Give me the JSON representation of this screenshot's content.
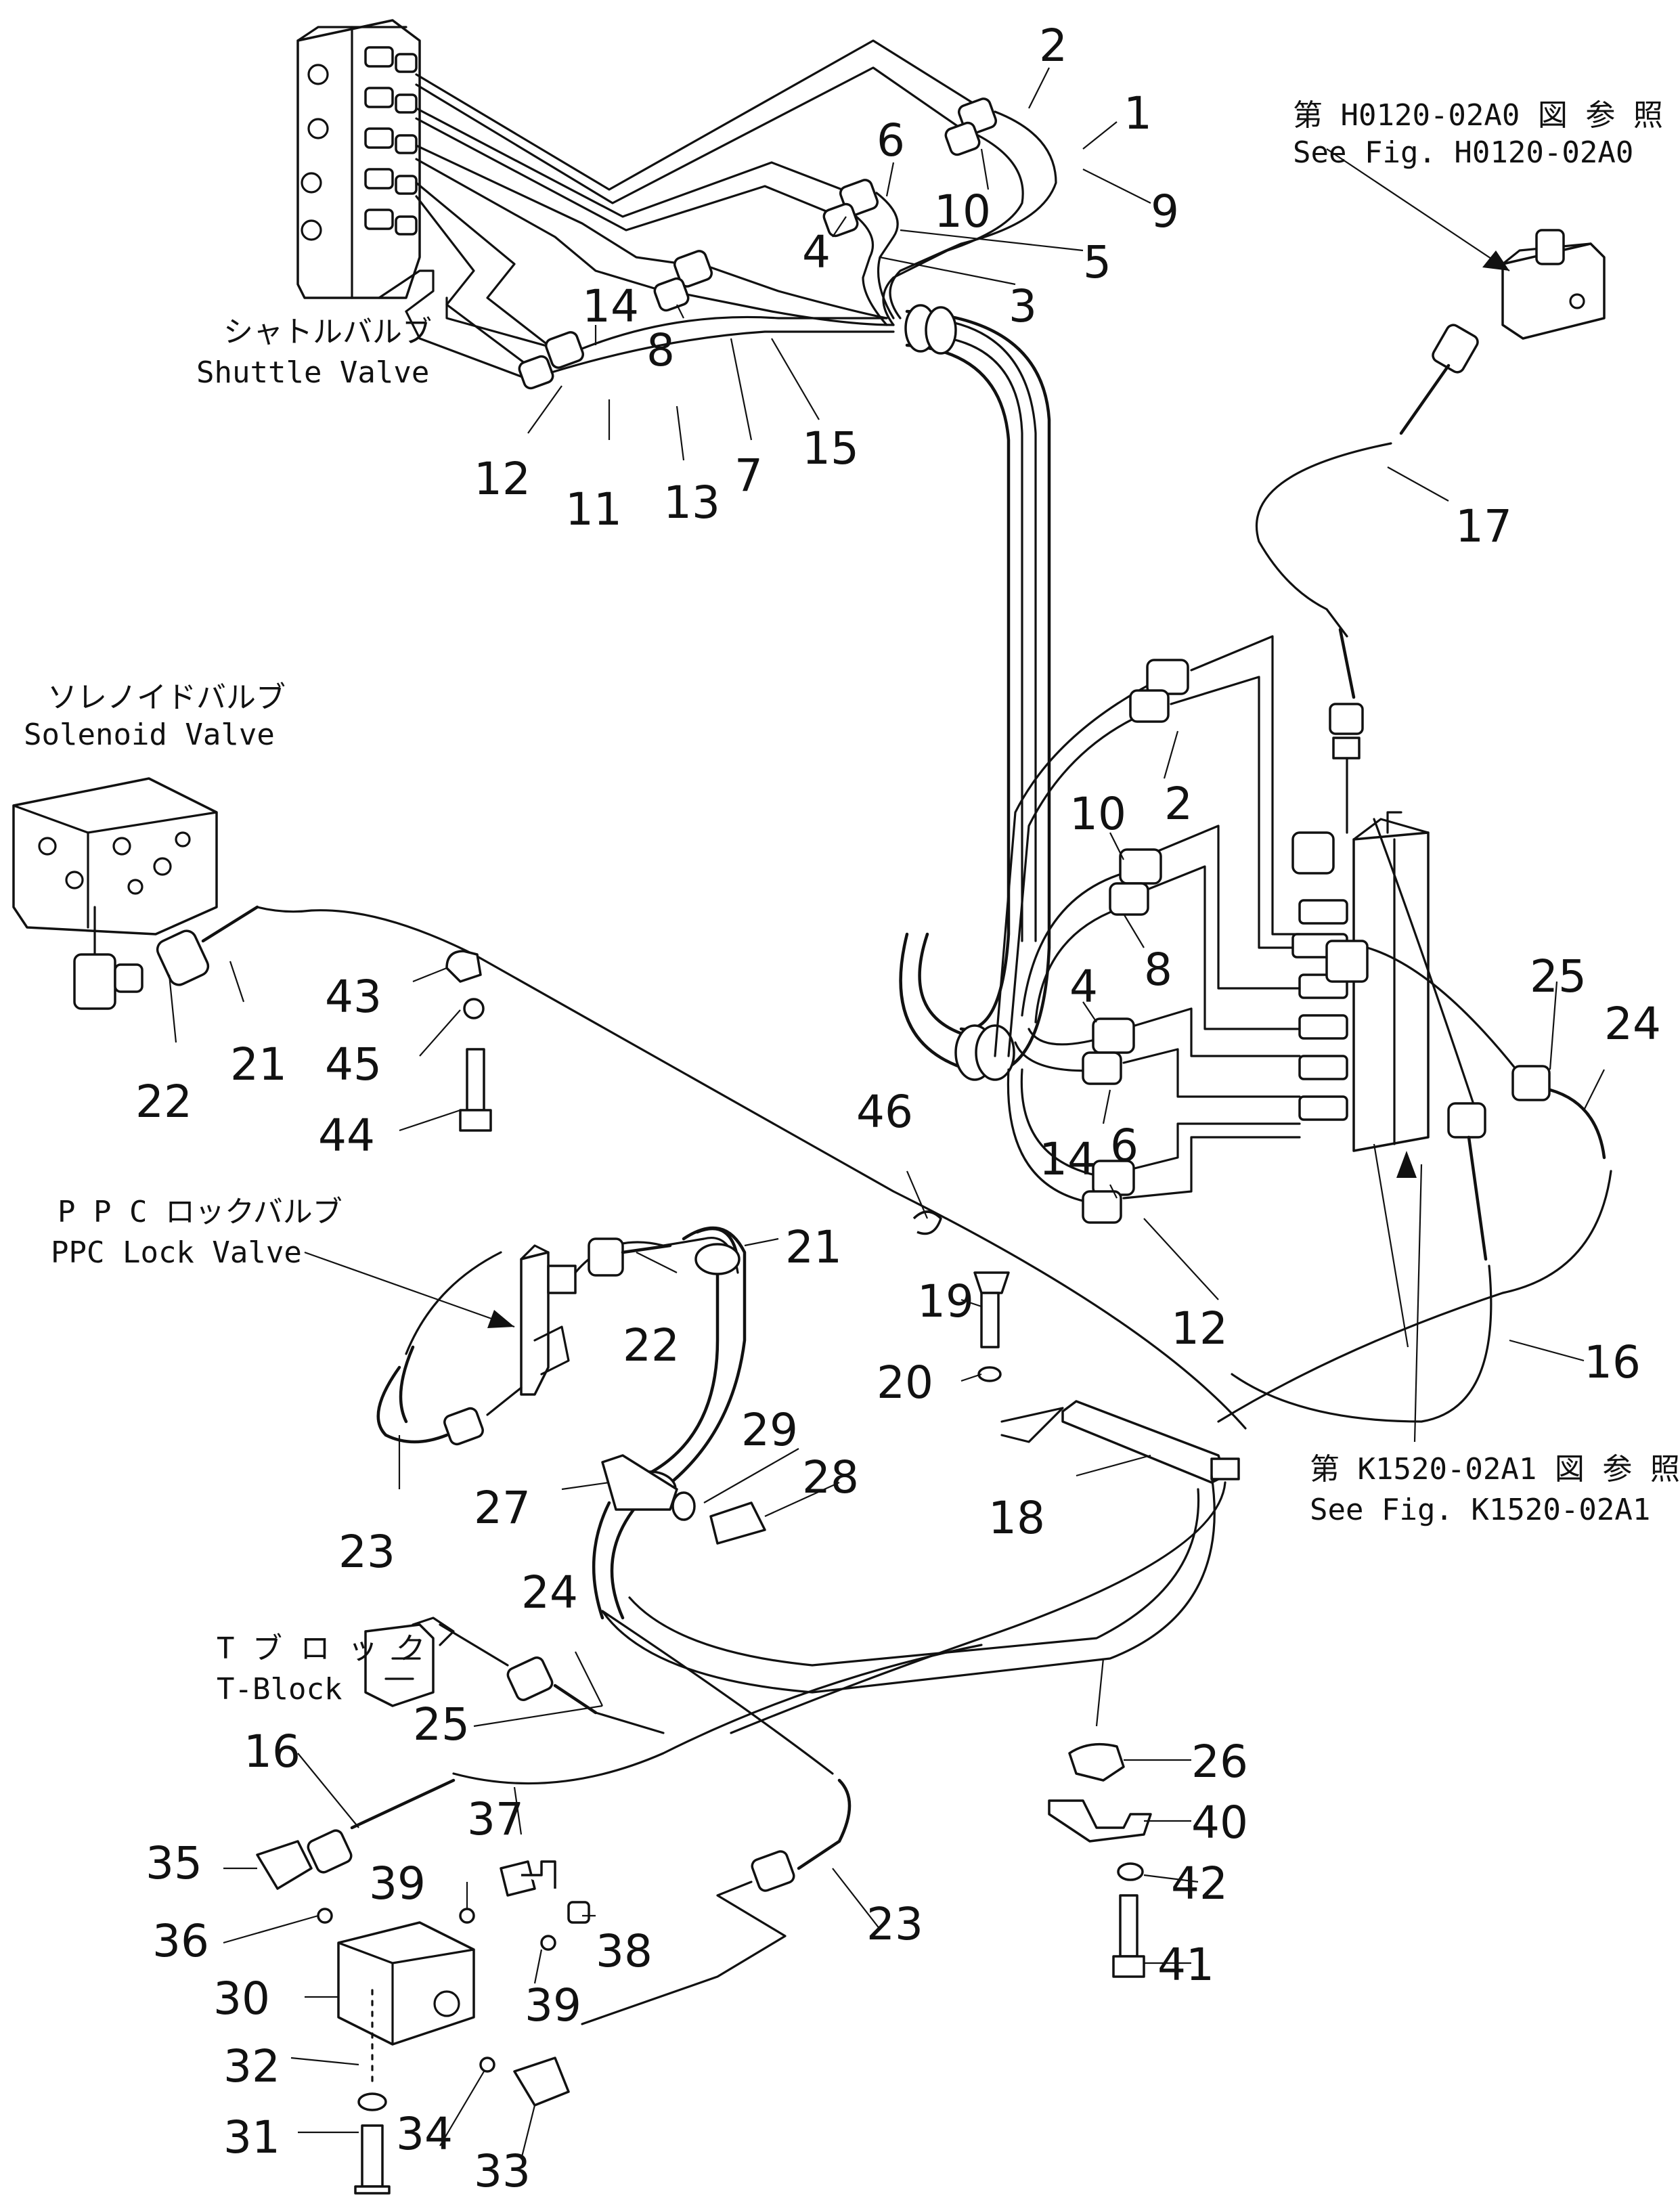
{
  "captions": {
    "ref_h0120_jp": "第 H0120-02A0 図 参 照",
    "ref_h0120_en": "See Fig. H0120-02A0",
    "shuttle_jp": "シャトルバルブ",
    "shuttle_en": "Shuttle Valve",
    "solenoid_jp": "ソレノイドバルブ",
    "solenoid_en": "Solenoid Valve",
    "ppc_jp": "P P C ロックバルブ",
    "ppc_en": "PPC Lock Valve",
    "ref_k1520_jp": "第 K1520-02A1 図 参 照",
    "ref_k1520_en": "See Fig. K1520-02A1",
    "tblock_jp": "T ブ ロ ッ ク",
    "tblock_en": "T-Block"
  },
  "callouts": [
    {
      "id": "c1",
      "text": "1"
    },
    {
      "id": "c2",
      "text": "2"
    },
    {
      "id": "c10",
      "text": "10"
    },
    {
      "id": "c9",
      "text": "9"
    },
    {
      "id": "c6",
      "text": "6"
    },
    {
      "id": "c4",
      "text": "4"
    },
    {
      "id": "c5",
      "text": "5"
    },
    {
      "id": "c3",
      "text": "3"
    },
    {
      "id": "c14",
      "text": "14"
    },
    {
      "id": "c8",
      "text": "8"
    },
    {
      "id": "c15",
      "text": "15"
    },
    {
      "id": "c7",
      "text": "7"
    },
    {
      "id": "c12",
      "text": "12"
    },
    {
      "id": "c11",
      "text": "11"
    },
    {
      "id": "c13",
      "text": "13"
    },
    {
      "id": "c17",
      "text": "17"
    },
    {
      "id": "c2b",
      "text": "2"
    },
    {
      "id": "c10b",
      "text": "10"
    },
    {
      "id": "c8b",
      "text": "8"
    },
    {
      "id": "c4b",
      "text": "4"
    },
    {
      "id": "c6b",
      "text": "6"
    },
    {
      "id": "c14b",
      "text": "14"
    },
    {
      "id": "c12b",
      "text": "12"
    },
    {
      "id": "c25",
      "text": "25"
    },
    {
      "id": "c24",
      "text": "24"
    },
    {
      "id": "c16",
      "text": "16"
    },
    {
      "id": "c43",
      "text": "43"
    },
    {
      "id": "c45",
      "text": "45"
    },
    {
      "id": "c44",
      "text": "44"
    },
    {
      "id": "c21",
      "text": "21"
    },
    {
      "id": "c22",
      "text": "22"
    },
    {
      "id": "c46",
      "text": "46"
    },
    {
      "id": "c21b",
      "text": "21"
    },
    {
      "id": "c22b",
      "text": "22"
    },
    {
      "id": "c19",
      "text": "19"
    },
    {
      "id": "c20",
      "text": "20"
    },
    {
      "id": "c29",
      "text": "29"
    },
    {
      "id": "c28",
      "text": "28"
    },
    {
      "id": "c27",
      "text": "27"
    },
    {
      "id": "c18",
      "text": "18"
    },
    {
      "id": "c23",
      "text": "23"
    },
    {
      "id": "c24b",
      "text": "24"
    },
    {
      "id": "c25b",
      "text": "25"
    },
    {
      "id": "c26",
      "text": "26"
    },
    {
      "id": "c40",
      "text": "40"
    },
    {
      "id": "c42",
      "text": "42"
    },
    {
      "id": "c41",
      "text": "41"
    },
    {
      "id": "c16b",
      "text": "16"
    },
    {
      "id": "c37",
      "text": "37"
    },
    {
      "id": "c35",
      "text": "35"
    },
    {
      "id": "c39",
      "text": "39"
    },
    {
      "id": "c38",
      "text": "38"
    },
    {
      "id": "c36",
      "text": "36"
    },
    {
      "id": "c30",
      "text": "30"
    },
    {
      "id": "c39b",
      "text": "39"
    },
    {
      "id": "c23b",
      "text": "23"
    },
    {
      "id": "c32",
      "text": "32"
    },
    {
      "id": "c31",
      "text": "31"
    },
    {
      "id": "c34",
      "text": "34"
    },
    {
      "id": "c33",
      "text": "33"
    }
  ]
}
